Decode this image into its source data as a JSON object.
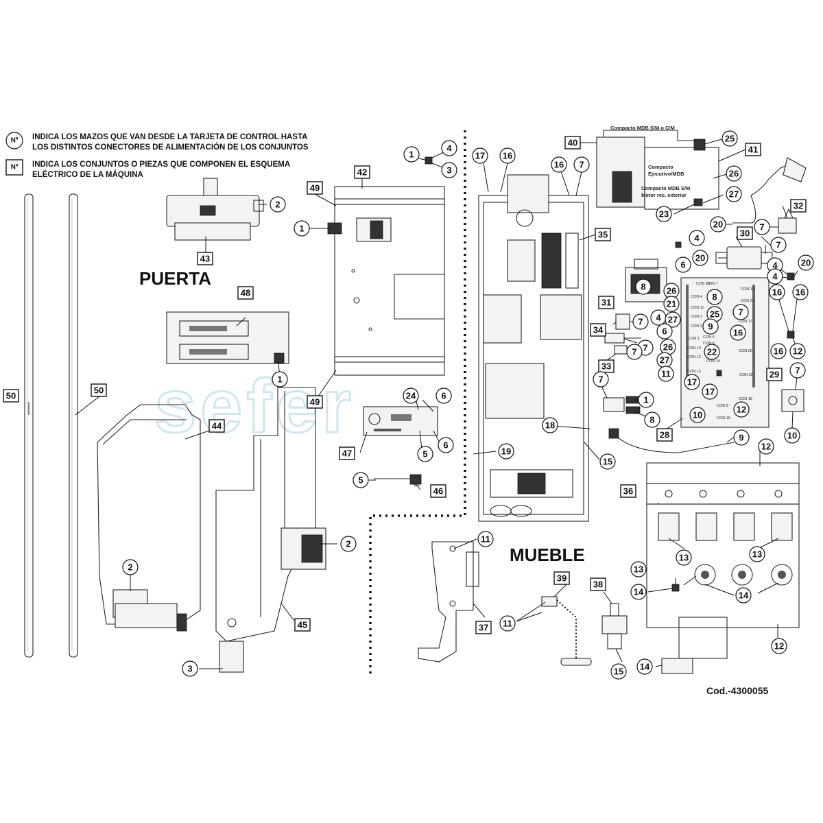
{
  "legend": {
    "circle_symbol": "Nº",
    "circle_line1": "INDICA LOS MAZOS QUE VAN DESDE LA TARJETA DE CONTROL HASTA",
    "circle_line2": "LOS DISTINTOS CONECTORES DE ALIMENTACIÓN DE LOS CONJUNTOS",
    "square_symbol": "Nº",
    "square_line1": "INDICA LOS CONJUNTOS O PIEZAS QUE COMPONEN EL ESQUEMA",
    "square_line2": "ELÉCTRICO DE LA MÁQUINA"
  },
  "sections": {
    "door": "PUERTA",
    "cabinet": "MUEBLE"
  },
  "watermark": "sefer",
  "code": "Cod.-4300055",
  "notes": {
    "mdb_sm_cm": "Compacto MDB S/M o C/M",
    "executive_line1": "Compacto",
    "executive_line2": "Ejecutivo/MDB",
    "motor_line1": "Compacto MDB S/M",
    "motor_line2": "Motor rec. exterior"
  },
  "connectors": [
    "CON 16",
    "CON 7",
    "CON 4",
    "CON 11",
    "CON 3",
    "CON 2",
    "CON 1",
    "CON 5",
    "CON 6",
    "CON 10",
    "CON 12",
    "CON 14",
    "CON 13",
    "CON 19",
    "CON 21",
    "CON 17",
    "CON 20",
    "CON 22",
    "CON 18",
    "CON 9",
    "CON 15"
  ],
  "callouts": {
    "c1": "1",
    "c2": "2",
    "c3": "3",
    "c4": "4",
    "c5": "5",
    "c6": "6",
    "c7": "7",
    "c8": "8",
    "c9": "9",
    "c10": "10",
    "c11": "11",
    "c12": "12",
    "c13": "13",
    "c14": "14",
    "c15": "15",
    "c16": "16",
    "c17": "17",
    "c18": "18",
    "c19": "19",
    "c20": "20",
    "c21": "21",
    "c22": "22",
    "c23": "23",
    "c24": "24",
    "c25": "25",
    "c26": "26",
    "c27": "27",
    "s28": "28",
    "s29": "29",
    "s30": "30",
    "s31": "31",
    "s32": "32",
    "s33": "33",
    "s34": "34",
    "s35": "35",
    "s36": "36",
    "s37": "37",
    "s38": "38",
    "s39": "39",
    "s40": "40",
    "s41": "41",
    "s42": "42",
    "s43": "43",
    "s44": "44",
    "s45": "45",
    "s46": "46",
    "s47": "47",
    "s48": "48",
    "s49": "49",
    "s50": "50"
  }
}
